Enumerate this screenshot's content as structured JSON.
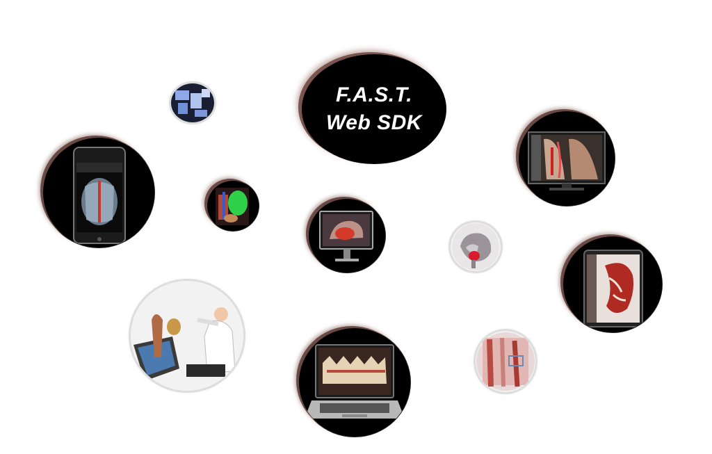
{
  "title": {
    "line1": "F.A.S.T.",
    "line2": "Web SDK"
  },
  "bubbles": [
    {
      "name": "smartphone-chest-xray-bubble",
      "icon": "smartphone-icon"
    },
    {
      "name": "small-blue-scan-bubble",
      "icon": "scan-thumbnail-icon"
    },
    {
      "name": "anatomy-green-organ-bubble",
      "icon": "organ-render-icon"
    },
    {
      "name": "desktop-monitor-skull-bubble",
      "icon": "monitor-icon"
    },
    {
      "name": "widescreen-spine-bubble",
      "icon": "monitor-icon"
    },
    {
      "name": "skull-3d-bubble",
      "icon": "skull-render-icon"
    },
    {
      "name": "tablet-kidney-bubble",
      "icon": "tablet-icon"
    },
    {
      "name": "doctor-touch-table-bubble",
      "icon": "doctor-icon"
    },
    {
      "name": "laptop-dental-bubble",
      "icon": "laptop-icon"
    },
    {
      "name": "vessel-render-bubble",
      "icon": "vessel-render-icon"
    }
  ]
}
